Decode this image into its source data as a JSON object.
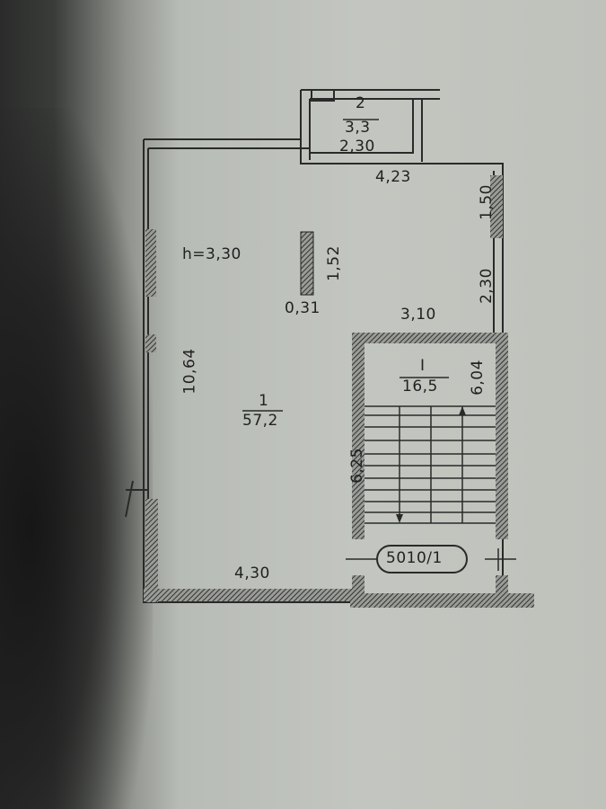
{
  "plan": {
    "id_tag": "5010/1",
    "ceiling_height": "h=3,30",
    "rooms": [
      {
        "number": "1",
        "area": "57,2"
      },
      {
        "number": "2",
        "area": "3,3"
      },
      {
        "number": "I",
        "area": "16,5"
      }
    ],
    "dimensions": {
      "room2_width": "2,30",
      "top_span": "4,23",
      "right_upper": "1,50",
      "right_mid": "2,30",
      "column_height": "1,52",
      "column_width": "0,31",
      "stair_top": "3,10",
      "left_height": "10,64",
      "stair_height": "6,04",
      "main_lower": "6,25",
      "bottom_width": "4,30"
    }
  },
  "colors": {
    "ink": "#2a2a2a",
    "paper": "#c3c6c0",
    "hatch": "#3a3a3a"
  }
}
